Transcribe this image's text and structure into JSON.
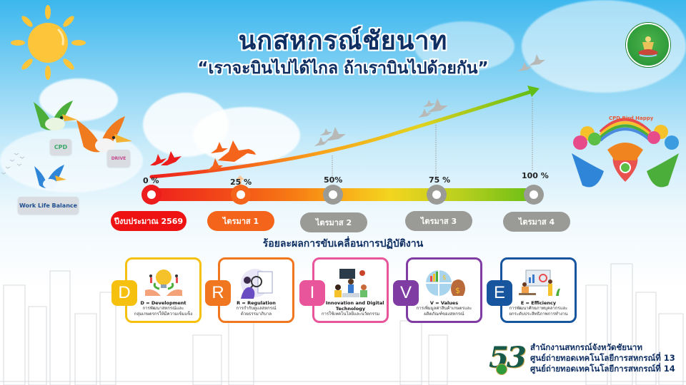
{
  "header": {
    "title": "นกสหกรณ์ชัยนาท",
    "slogan": "“เราจะบินไปได้ไกล ถ้าเราบินไปด้วยกัน”",
    "emblem_icon": "cooperative-emblem-icon"
  },
  "left_birds": {
    "labels": [
      {
        "label": "CPD",
        "color": "#3aa86a"
      },
      {
        "label": "DRIVE",
        "color": "#c2478d"
      },
      {
        "label": "Work Life Balance",
        "color": "#1f4f8f"
      }
    ]
  },
  "right_illustration": {
    "banner": "CPD Bird Happy"
  },
  "timeline": {
    "milestones": [
      {
        "percent": "0 %",
        "label": "ปีงบประมาณ 2569",
        "node_color": "#ee1d1d",
        "pill_color": "#ee1212"
      },
      {
        "percent": "25 %",
        "label": "ไตรมาส 1",
        "node_color": "#f4641a",
        "pill_color": "#f4641a"
      },
      {
        "percent": "50%",
        "label": "ไตรมาส 2",
        "node_color": "#9a9a96",
        "pill_color": "#9a9a96"
      },
      {
        "percent": "75 %",
        "label": "ไตรมาส 3",
        "node_color": "#9a9a96",
        "pill_color": "#9a9a96"
      },
      {
        "percent": "100 %",
        "label": "ไตรมาส 4",
        "node_color": "#9a9a96",
        "pill_color": "#9a9a96"
      }
    ]
  },
  "drive": {
    "section_title": "ร้อยละผลการขับเคลื่อนการปฏิบัติงาน",
    "cards": [
      {
        "letter": "D",
        "title": "D = Development",
        "desc1": "การพัฒนาสหกรณ์และ",
        "desc2": "กลุ่มเกษตรกรให้มีความเข้มแข็ง",
        "color": "#f5c10e"
      },
      {
        "letter": "R",
        "title": "R = Regulation",
        "desc1": "การกำกับดูแลสหกรณ์",
        "desc2": "ด้วยธรรมาภิบาล",
        "color": "#f0761f"
      },
      {
        "letter": "I",
        "title": "I = Innovation and Digital",
        "desc1": "Technology",
        "desc2": "การใช้เทคโนโลยีและนวัตกรรม",
        "color": "#e8559a"
      },
      {
        "letter": "V",
        "title": "V = Values",
        "desc1": "การเพิ่มมูลค่าสินค้าเกษตรและ",
        "desc2": "ผลิตภัณฑ์ของสหกรณ์",
        "color": "#7f3da3"
      },
      {
        "letter": "E",
        "title": "E = Efficiency",
        "desc1": "การพัฒนาศักยภาพบุคลากรและ",
        "desc2": "ยกระดับประสิทธิภาพการทำงาน",
        "color": "#17559f"
      }
    ]
  },
  "footer": {
    "logo_number": "53",
    "lines": [
      "สำนักงานสหกรณ์จังหวัดชัยนาท",
      "ศูนย์ถ่ายทอดเทคโนโลยีการสหกรณ์ที่ 13",
      "ศูนย์ถ่ายทอดเทคโนโลยีการสหกรณ์ที่ 14"
    ]
  }
}
